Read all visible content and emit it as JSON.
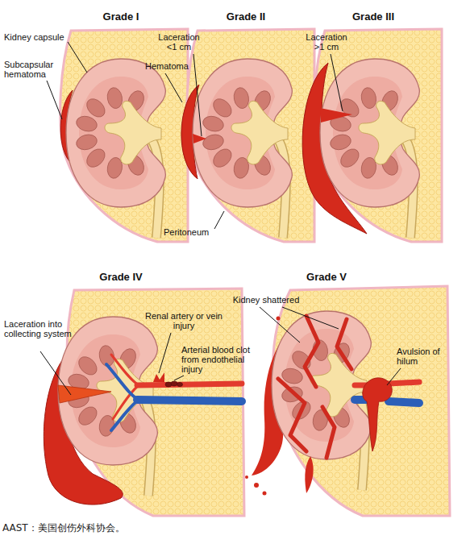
{
  "diagram": {
    "caption": "AAST：美国创伤外科协会。",
    "labels": [
      "Grade I",
      "Grade II",
      "Grade III",
      "Kidney capsule",
      "Laceration <1 cm",
      "Laceration >1 cm",
      "Subcapsular hematoma",
      "Hematoma",
      "Peritoneum",
      "Grade IV",
      "Grade V",
      "Kidney shattered",
      "Renal artery or vein injury",
      "Laceration into collecting system",
      "Avulsion of hilum",
      "Arterial blood clot from endothelial injury"
    ]
  }
}
